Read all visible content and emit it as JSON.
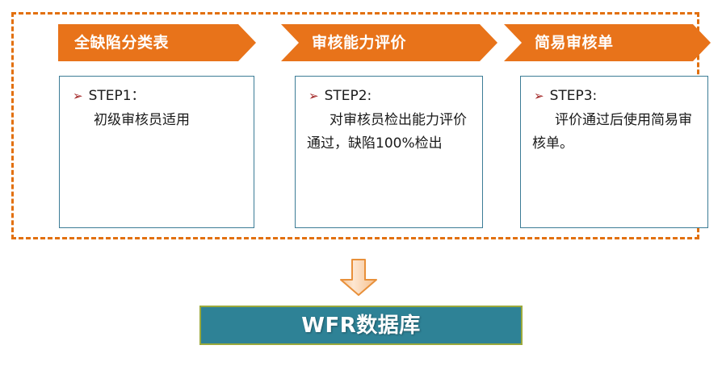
{
  "diagram": {
    "frame": {
      "border_color": "#E2700E",
      "style": "dashed"
    },
    "accent_orange": "#E8731A",
    "card_border_color": "#3C7C96",
    "bullet_glyph": "➢",
    "bullet_color": "#A02020",
    "steps": [
      {
        "banner": "全缺陷分类表",
        "title": "STEP1：",
        "body": "初级审核员适用"
      },
      {
        "banner": "审核能力评价",
        "title": "STEP2:",
        "body": "对审核员检出能力评价通过，缺陷100%检出"
      },
      {
        "banner": "简易审核单",
        "title": "STEP3:",
        "body": "评价通过后使用简易审核单。"
      }
    ],
    "flow_arrow": {
      "icon": "down-arrow-icon",
      "fill_light": "#FDE3C8",
      "fill_dark": "#F7C290",
      "stroke": "#E8903A"
    },
    "database": {
      "label": "WFR数据库",
      "fill": "#2E8296",
      "border": "#9BA93C",
      "text_color": "#FFFFFF"
    }
  }
}
